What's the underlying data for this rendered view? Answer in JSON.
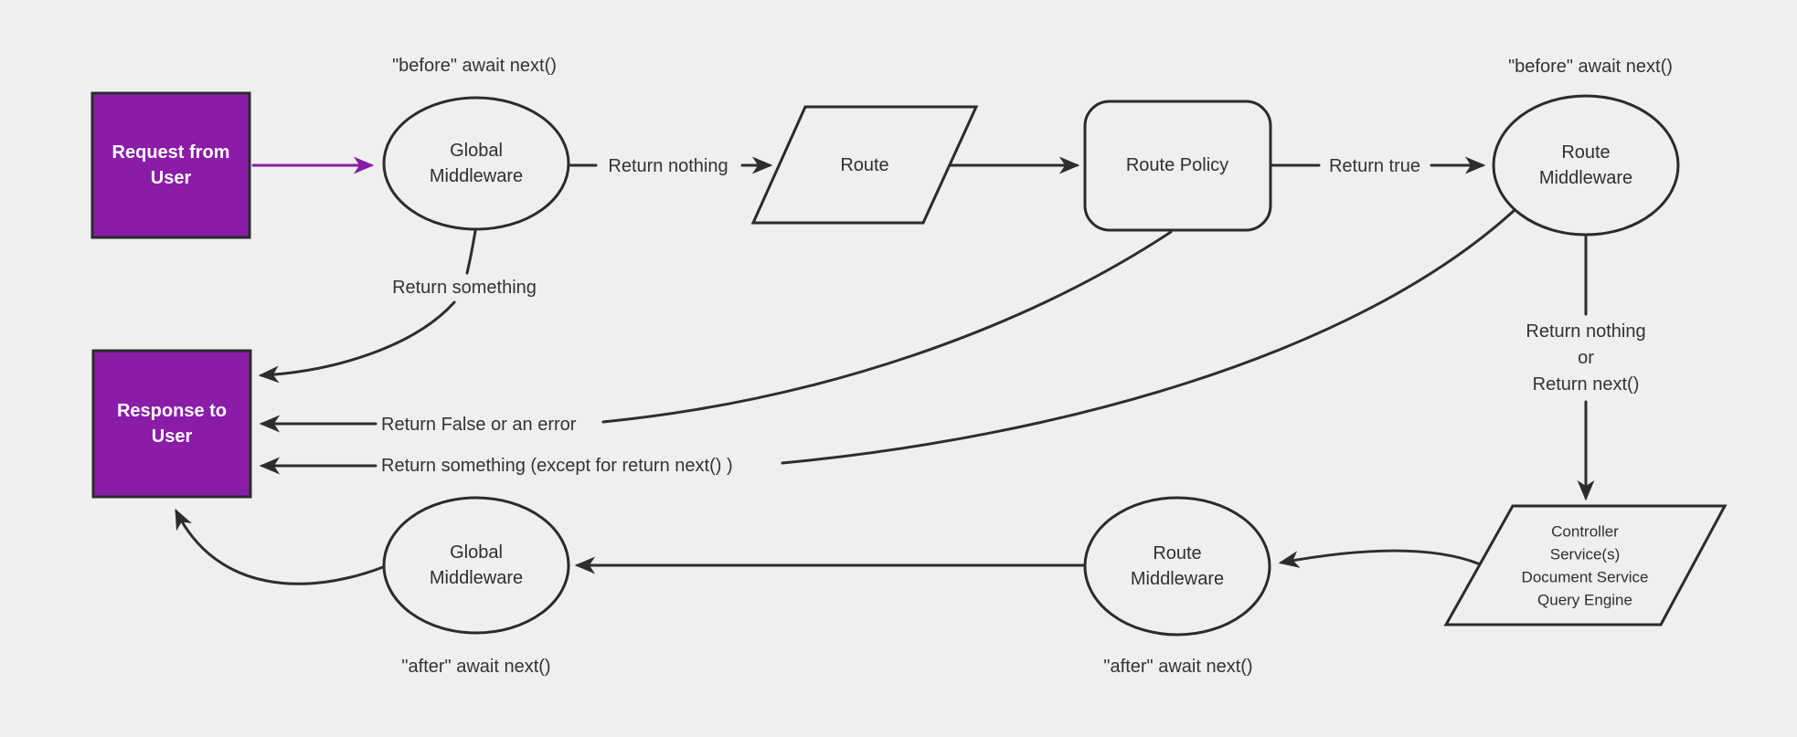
{
  "background_color": "#efefef",
  "colors": {
    "accent_purple": "#8a1ca8",
    "edge_stroke": "#2d2d2d",
    "node_border": "#2b2b2b",
    "node_fill": "#efefef",
    "text": "#333333",
    "box_text": "#ffffff"
  },
  "diagram": {
    "type": "flowchart",
    "nodes": {
      "request": {
        "shape": "rect",
        "lines": [
          "Request from",
          "User"
        ]
      },
      "global_middleware_top": {
        "shape": "ellipse",
        "lines": [
          "Global",
          "Middleware"
        ]
      },
      "route": {
        "shape": "parallelogram",
        "lines": [
          "Route"
        ]
      },
      "route_policy": {
        "shape": "rounded-rect",
        "lines": [
          "Route Policy"
        ]
      },
      "route_middleware_top": {
        "shape": "ellipse",
        "lines": [
          "Route",
          "Middleware"
        ]
      },
      "controller_services": {
        "shape": "parallelogram",
        "lines": [
          "Controller",
          "Service(s)",
          "Document Service",
          "Query Engine"
        ]
      },
      "route_middleware_bottom": {
        "shape": "ellipse",
        "lines": [
          "Route",
          "Middleware"
        ]
      },
      "global_middleware_bottom": {
        "shape": "ellipse",
        "lines": [
          "Global",
          "Middleware"
        ]
      },
      "response": {
        "shape": "rect",
        "lines": [
          "Response to",
          "User"
        ]
      }
    },
    "annotations": {
      "before_await_left": "\"before\" await next()",
      "before_await_right": "\"before\" await next()",
      "after_await_left": "\"after\" await next()",
      "after_await_right": "\"after\" await next()"
    },
    "edge_labels": {
      "return_nothing": "Return nothing",
      "return_true": "Return true",
      "return_something": "Return something",
      "return_false_or_error": "Return False or an error",
      "return_something_except": "Return something (except for return next() )",
      "return_nothing_or_1": "Return nothing",
      "return_nothing_or_2": "or",
      "return_nothing_or_3": "Return next()"
    }
  }
}
